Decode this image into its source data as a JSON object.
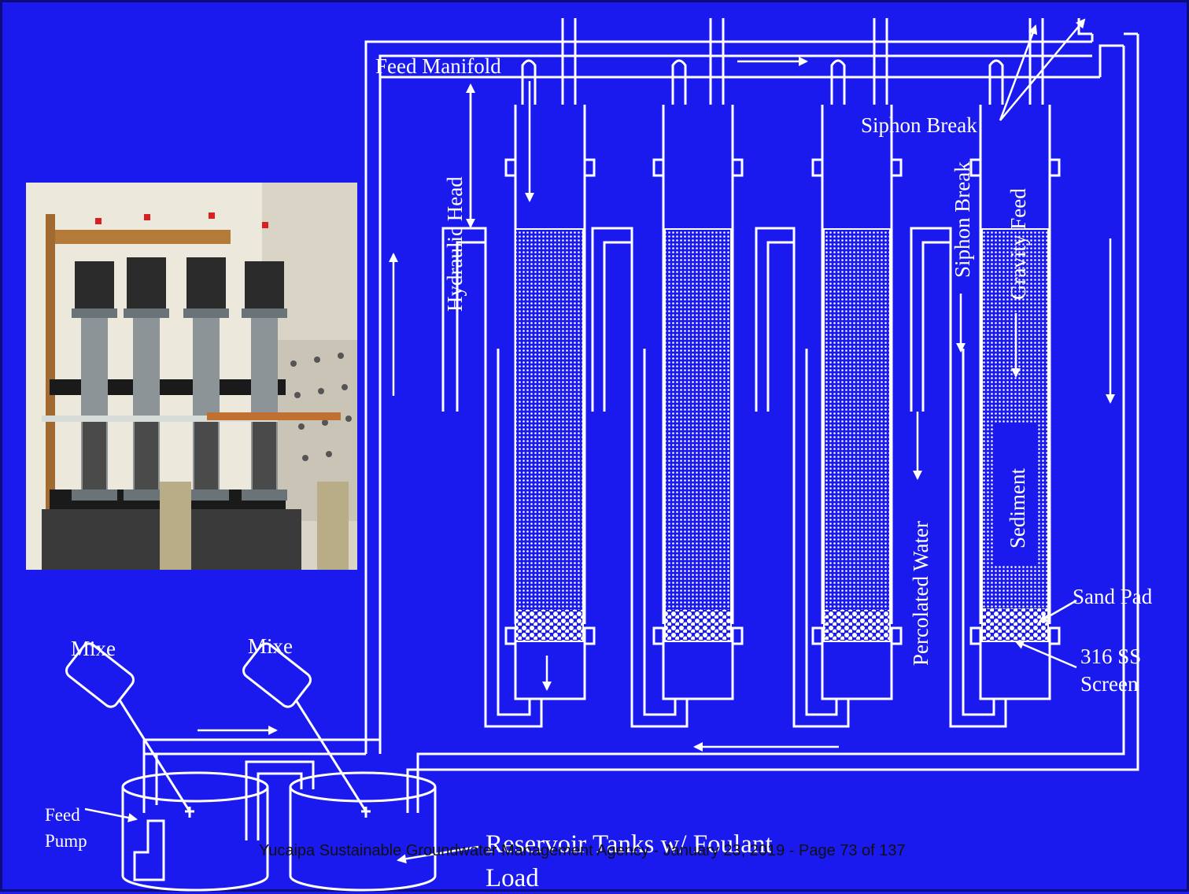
{
  "labels": {
    "feed_manifold": "Feed Manifold",
    "hydraulic_head": "Hydraulic Head",
    "siphon_break_top": "Siphon Break",
    "siphon_break_side": "Siphon Break",
    "gravity_feed": "Gravity Feed",
    "percolated_water": "Percolated Water",
    "sediment": "Sediment",
    "sand_pad": "Sand Pad",
    "screen_line1": "316 SS",
    "screen_line2": "Screen",
    "mixer_left": "Mixe",
    "mixer_right": "Mixe",
    "feed_pump_line1": "Feed",
    "feed_pump_line2": "Pump",
    "reservoir_line1": "Reservoir Tanks w/ Foulant",
    "reservoir_line2": "Load"
  },
  "footer": "Yucaipa Sustainable Groundwater Management Agency - January 23, 2019 - Page 73 of 137",
  "colors": {
    "background": "#1a1aee",
    "lines": "#ffffff"
  }
}
